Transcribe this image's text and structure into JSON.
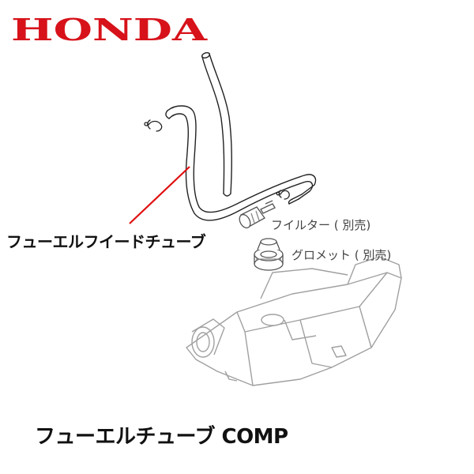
{
  "brand": {
    "logo_text": "HONDA",
    "color": "#d7121a"
  },
  "labels": {
    "main_part": "フューエルフイードチューブ",
    "filter": "フイルター ( 別売)",
    "grommet": "グロメット ( 別売)"
  },
  "caption": "フューエルチューブ COMP",
  "colors": {
    "leader_line": "#e01010",
    "line_art": "#222222",
    "tank_line": "#9a9a9a"
  }
}
